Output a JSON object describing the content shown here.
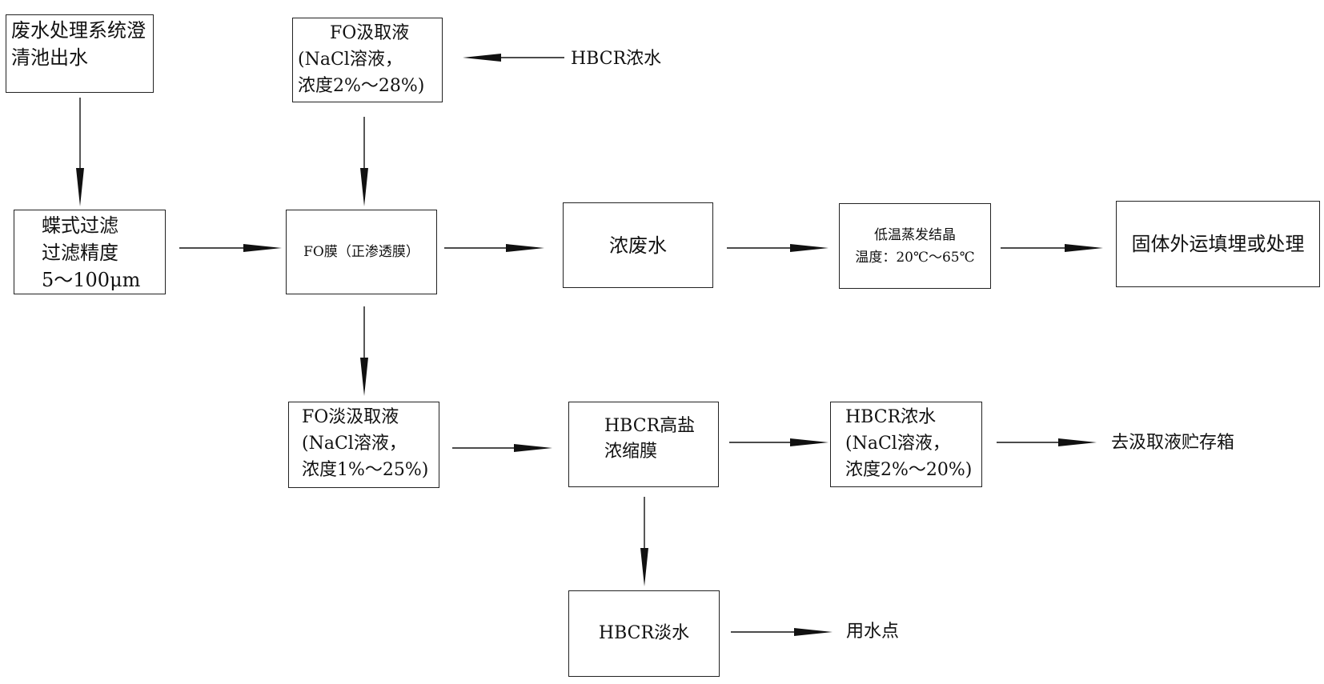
{
  "nodes": {
    "source": [
      "废水处理系统澄",
      "清池出水"
    ],
    "fo_draw": [
      "FO汲取液",
      "(NaCl溶液，",
      "浓度2%～28%)"
    ],
    "hbcr_conc_in": "HBCR浓水",
    "butterfly": [
      "蝶式过滤",
      "过滤精度",
      "5～100μm"
    ],
    "fo_membrane": "FO膜（正渗透膜）",
    "conc_waste": "浓废水",
    "evap": [
      "低温蒸发结晶",
      "温度：20℃～65℃"
    ],
    "solid": "固体外运填埋或处理",
    "fo_dilute": [
      "FO淡汲取液",
      "(NaCl溶液，",
      "浓度1%～25%)"
    ],
    "hbcr_membrane": [
      "HBCR高盐",
      "浓缩膜"
    ],
    "hbcr_conc": [
      "HBCR浓水",
      "(NaCl溶液，",
      "浓度2%～20%)"
    ],
    "draw_tank": "去汲取液贮存箱",
    "hbcr_fresh": "HBCR淡水",
    "use_point": "用水点"
  }
}
